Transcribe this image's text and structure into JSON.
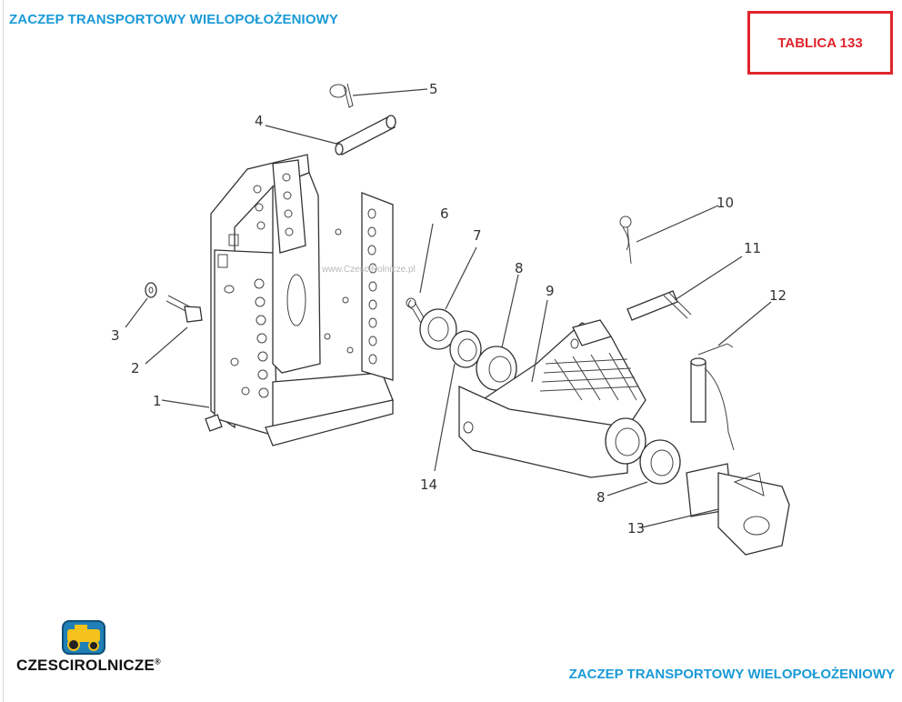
{
  "header": {
    "title": "ZACZEP TRANSPORTOWY WIELOPOŁOŻENIOWY"
  },
  "plate": {
    "label": "TABLICA 133"
  },
  "footer": {
    "title": "ZACZEP TRANSPORTOWY WIELOPOŁOŻENIOWY"
  },
  "watermark": {
    "text": "www.CzesciRolnicze.pl"
  },
  "brand": {
    "name_a": "Czesci",
    "name_b": "Rolnicze",
    "registered": "®"
  },
  "callouts": [
    "1",
    "2",
    "3",
    "4",
    "5",
    "6",
    "7",
    "8",
    "9",
    "10",
    "11",
    "12",
    "13",
    "14",
    "8"
  ],
  "colors": {
    "accent_blue": "#1a9ad6",
    "plate_red": "#e0242c"
  }
}
